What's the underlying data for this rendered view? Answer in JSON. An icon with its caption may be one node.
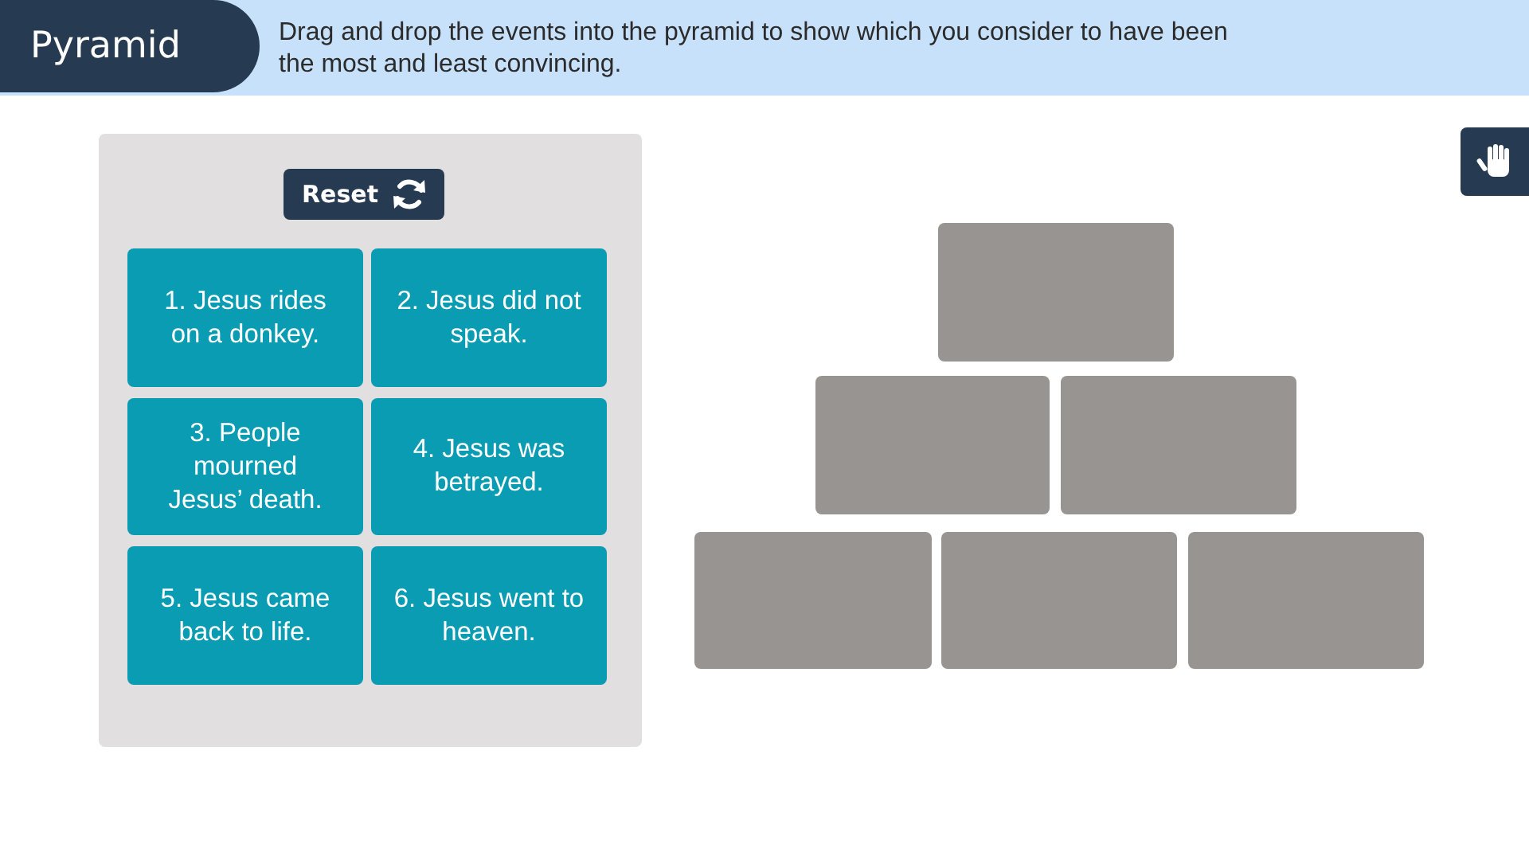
{
  "diagram": {
    "title": "Pyramid",
    "nodes": [
      {
        "text": [],
        "shape": "box"
      },
      {
        "text": [
          "1. Jesus rides on a donkey."
        ],
        "in": 0
      },
      {
        "text": [
          "2. Jesus did not speak."
        ],
        "in": 0
      },
      {
        "text": [
          "3. People mourned Jesus’ death."
        ],
        "in": 0
      },
      {
        "text": [
          "4. Jesus was betrayed."
        ],
        "in": 0
      },
      {
        "text": [
          "5. Jesus came back to life."
        ],
        "in": 0
      },
      {
        "text": [
          "6. Jesus went to heaven."
        ],
        "in": 0
      },
      {
        "text": [],
        "shape": "box"
      },
      {
        "text": [],
        "shape": "box"
      },
      {
        "text": [],
        "shape": "box"
      },
      {
        "text": [],
        "shape": "box"
      },
      {
        "text": [],
        "shape": "box"
      },
      {
        "text": [],
        "shape": "box"
      }
    ],
    "labels": [
      "Drag and drop the events into the pyramid to show which you consider to have been the most and least convincing.",
      "Reset"
    ]
  }
}
